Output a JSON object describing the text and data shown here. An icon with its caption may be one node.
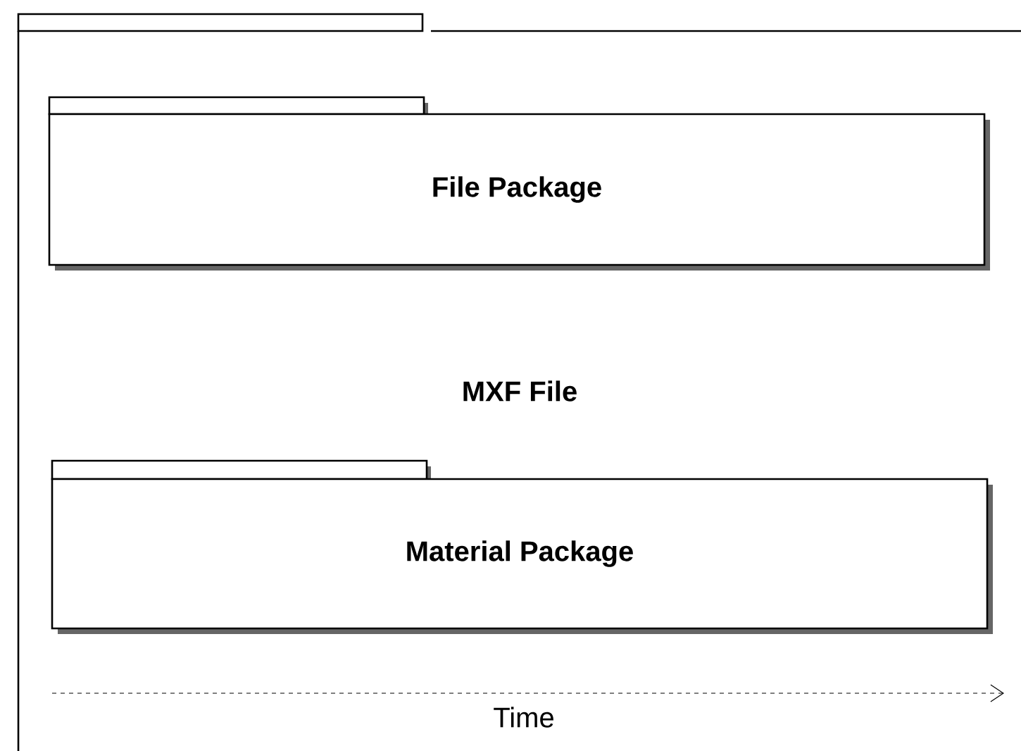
{
  "diagram": {
    "nodes": [
      {
        "text": [
          "MXF File"
        ]
      },
      {
        "text": [
          "File Package"
        ],
        "in": 0
      },
      {
        "text": [
          "Material Package"
        ],
        "in": 0
      }
    ],
    "labels": [
      "Time"
    ]
  }
}
